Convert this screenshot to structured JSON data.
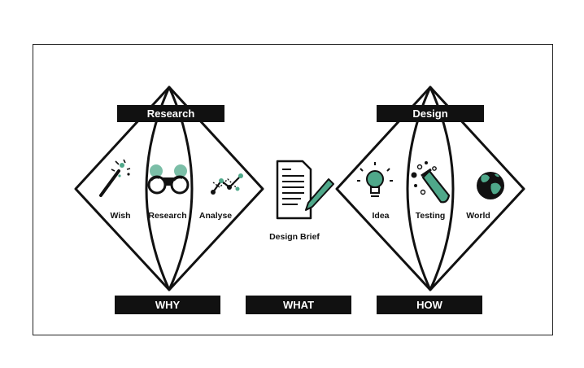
{
  "diamonds": {
    "left": {
      "header": "Research",
      "items": [
        {
          "label": "Wish",
          "icon": "magic-wand-icon"
        },
        {
          "label": "Research",
          "icon": "binoculars-icon"
        },
        {
          "label": "Analyse",
          "icon": "line-graph-icon"
        }
      ]
    },
    "right": {
      "header": "Design",
      "items": [
        {
          "label": "Idea",
          "icon": "lightbulb-icon"
        },
        {
          "label": "Testing",
          "icon": "test-tube-icon"
        },
        {
          "label": "World",
          "icon": "globe-icon"
        }
      ]
    }
  },
  "center": {
    "label": "Design Brief",
    "icon": "document-pen-icon"
  },
  "bottom_bars": [
    "WHY",
    "WHAT",
    "HOW"
  ],
  "colors": {
    "accent": "#4fa88a",
    "dark": "#111111",
    "background": "#ffffff"
  }
}
